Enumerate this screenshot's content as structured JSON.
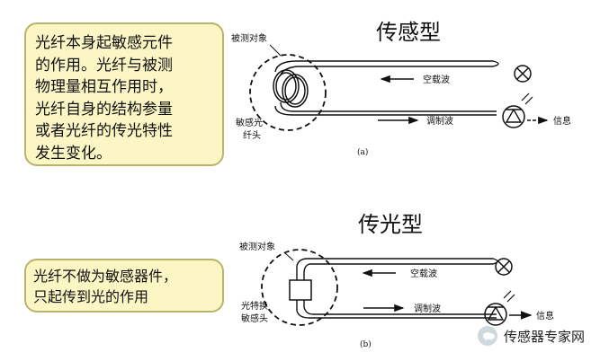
{
  "panel_a": {
    "title": "传感型",
    "callout": [
      "光纤本身起敏感元件",
      "的作用。光纤与被测",
      "物理量相互作用时，",
      "光纤自身的结构参量",
      "或者光纤的传光特性",
      "发生变化。"
    ],
    "label_measured_object": "被测对象",
    "label_sensing_fiber_head_line1": "敏感光",
    "label_sensing_fiber_head_line2": "纤头",
    "label_carrier_wave": "空载波",
    "label_modulated_wave": "调制波",
    "label_information": "信息",
    "figure_caption": "(a)"
  },
  "panel_b": {
    "title": "传光型",
    "callout": [
      "光纤不做为敏感器件，",
      "只起传到光的作用"
    ],
    "label_measured_object": "被测对象",
    "label_light_converting_line1": "光特换",
    "label_light_converting_line2": "敏感头",
    "label_carrier_wave": "空载波",
    "label_modulated_wave": "调制波",
    "label_information": "信息",
    "figure_caption": "(b)"
  },
  "watermark": {
    "text": "传感器专家网"
  },
  "colors": {
    "callout_fill": "#fbf6c4",
    "callout_border": "#b9b46b"
  }
}
